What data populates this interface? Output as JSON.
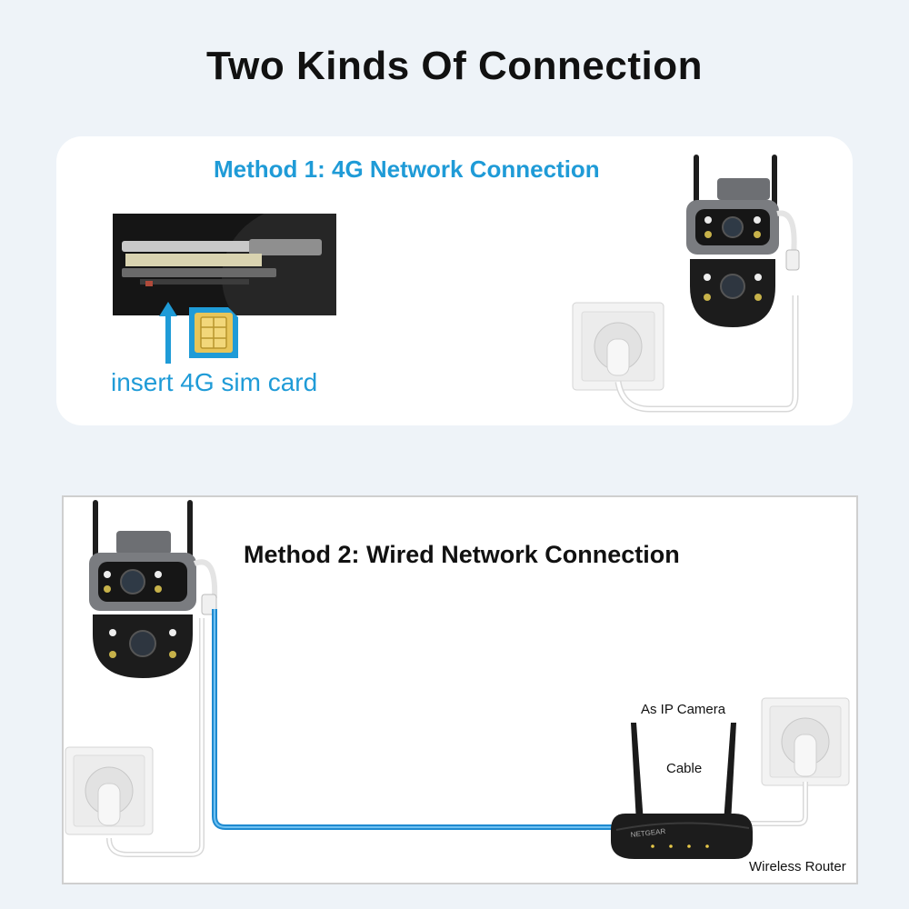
{
  "title": "Two Kinds Of Connection",
  "method1": {
    "title": "Method 1: 4G Network Connection",
    "caption": "insert 4G sim card"
  },
  "method2": {
    "title": "Method 2: Wired Network Connection",
    "label_ip_camera": "As IP Camera",
    "label_cable": "Cable",
    "label_router": "Wireless Router",
    "router_brand": "NETGEAR"
  },
  "colors": {
    "accent": "#1f9bd7",
    "cable": "#1e8ad0",
    "background": "#eef3f8"
  }
}
